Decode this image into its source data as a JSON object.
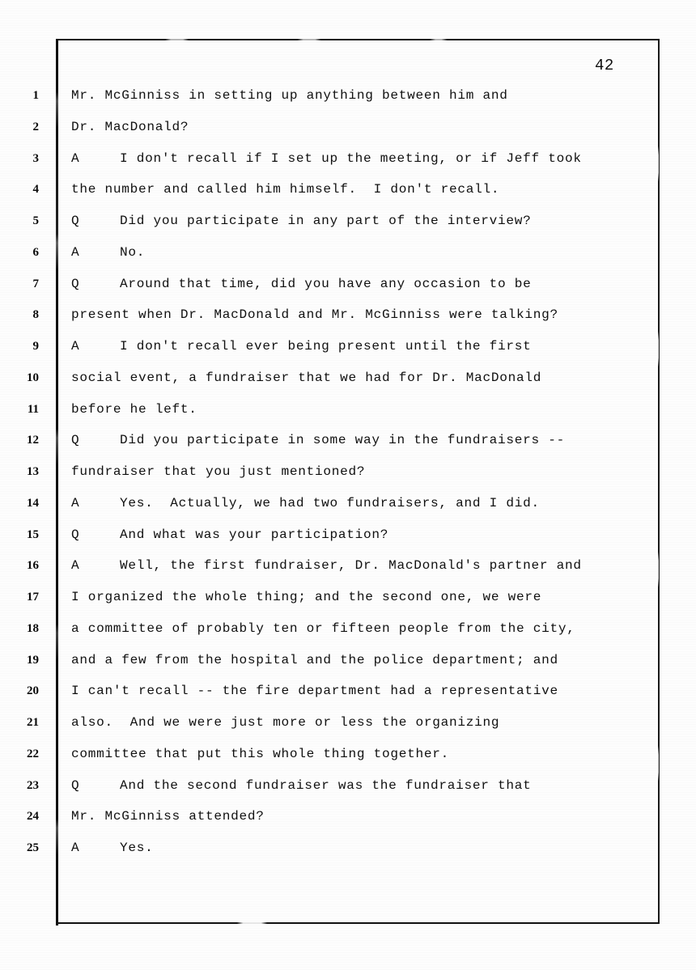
{
  "document": {
    "type": "court-trial-transcript",
    "page_number": "42"
  },
  "transcript": {
    "lines": [
      {
        "number": "1",
        "speaker": "",
        "text": "Mr. McGinniss in setting up anything between him and"
      },
      {
        "number": "2",
        "speaker": "",
        "text": "Dr. MacDonald?"
      },
      {
        "number": "3",
        "speaker": "A",
        "text": "I don't recall if I set up the meeting, or if Jeff took"
      },
      {
        "number": "4",
        "speaker": "",
        "text": "the number and called him himself.  I don't recall."
      },
      {
        "number": "5",
        "speaker": "Q",
        "text": "Did you participate in any part of the interview?"
      },
      {
        "number": "6",
        "speaker": "A",
        "text": "No."
      },
      {
        "number": "7",
        "speaker": "Q",
        "text": "Around that time, did you have any occasion to be"
      },
      {
        "number": "8",
        "speaker": "",
        "text": "present when Dr. MacDonald and Mr. McGinniss were talking?"
      },
      {
        "number": "9",
        "speaker": "A",
        "text": "I don't recall ever being present until the first"
      },
      {
        "number": "10",
        "speaker": "",
        "text": "social event, a fundraiser that we had for Dr. MacDonald"
      },
      {
        "number": "11",
        "speaker": "",
        "text": "before he left."
      },
      {
        "number": "12",
        "speaker": "Q",
        "text": "Did you participate in some way in the fundraisers --"
      },
      {
        "number": "13",
        "speaker": "",
        "text": "fundraiser that you just mentioned?"
      },
      {
        "number": "14",
        "speaker": "A",
        "text": "Yes.  Actually, we had two fundraisers, and I did."
      },
      {
        "number": "15",
        "speaker": "Q",
        "text": "And what was your participation?"
      },
      {
        "number": "16",
        "speaker": "A",
        "text": "Well, the first fundraiser, Dr. MacDonald's partner and"
      },
      {
        "number": "17",
        "speaker": "",
        "text": "I organized the whole thing; and the second one, we were"
      },
      {
        "number": "18",
        "speaker": "",
        "text": "a committee of probably ten or fifteen people from the city,"
      },
      {
        "number": "19",
        "speaker": "",
        "text": "and a few from the hospital and the police department; and"
      },
      {
        "number": "20",
        "speaker": "",
        "text": "I can't recall -- the fire department had a representative"
      },
      {
        "number": "21",
        "speaker": "",
        "text": "also.  And we were just more or less the organizing"
      },
      {
        "number": "22",
        "speaker": "",
        "text": "committee that put this whole thing together."
      },
      {
        "number": "23",
        "speaker": "Q",
        "text": "And the second fundraiser was the fundraiser that"
      },
      {
        "number": "24",
        "speaker": "",
        "text": "Mr. McGinniss attended?"
      },
      {
        "number": "25",
        "speaker": "A",
        "text": "Yes."
      }
    ]
  },
  "colors": {
    "page_background": "#ffffff",
    "ink": "#101010",
    "rule": "#111111"
  }
}
